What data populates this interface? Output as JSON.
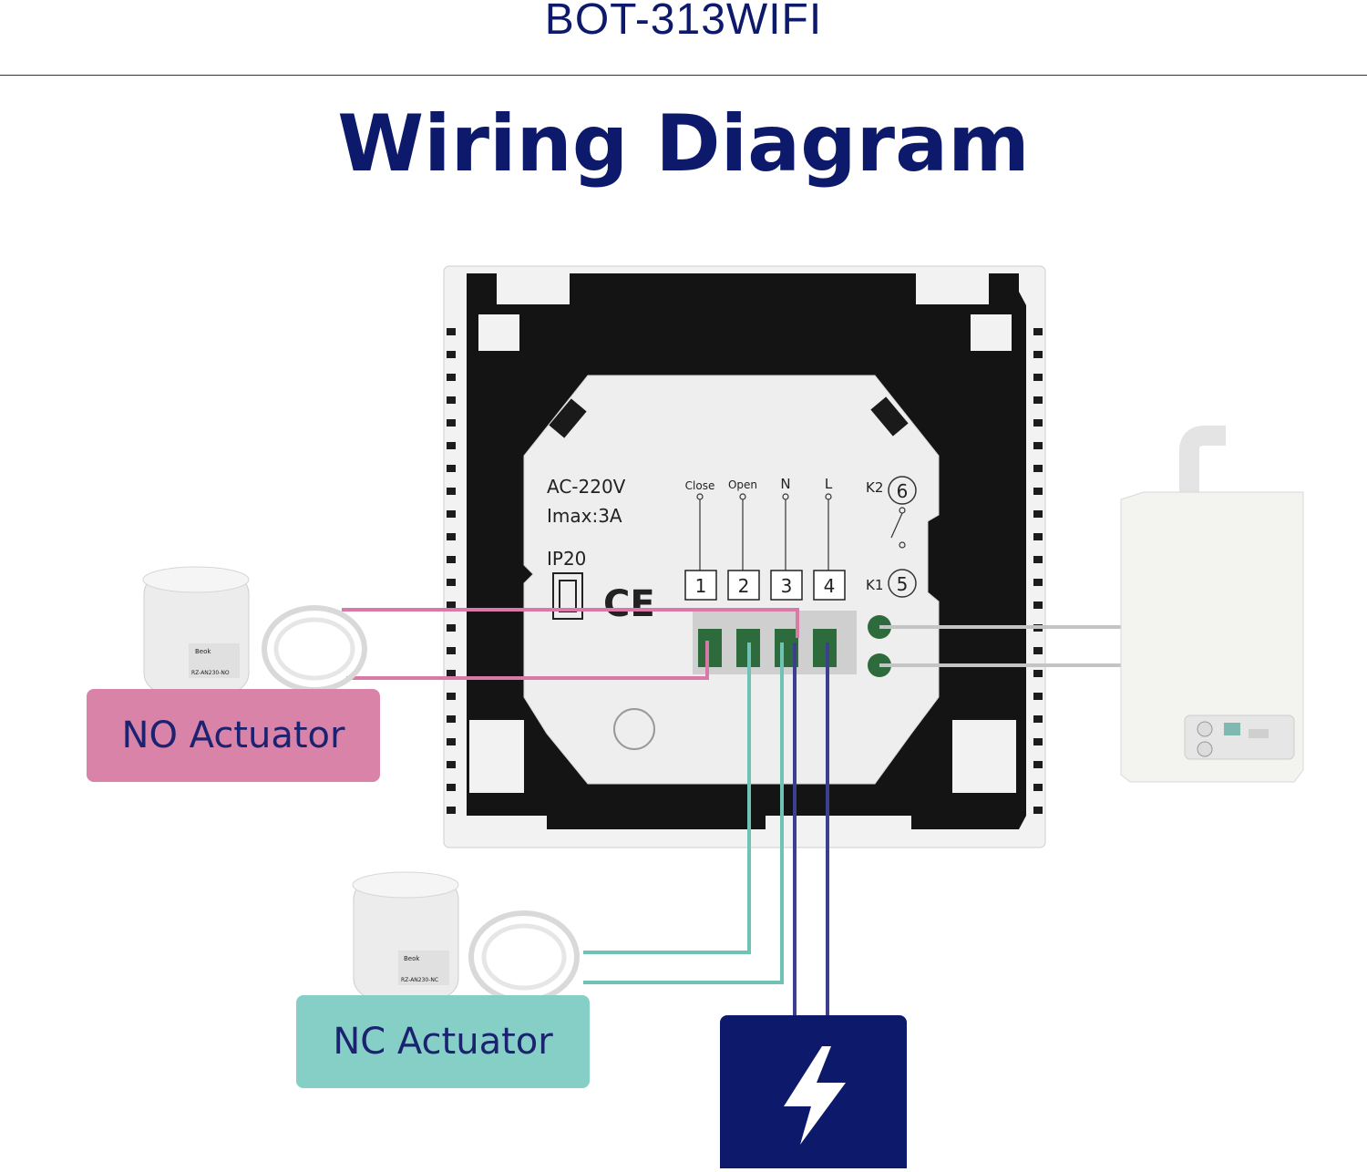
{
  "header": {
    "model": "BOT-313WIFI",
    "title": "Wiring Diagram"
  },
  "thermostat": {
    "spec_voltage": "AC-220V",
    "spec_current": "Imax:3A",
    "spec_ip": "IP20",
    "ce_mark": "CE",
    "terminal_labels": [
      "Close",
      "Open",
      "N",
      "L"
    ],
    "terminal_numbers": [
      "1",
      "2",
      "3",
      "4"
    ],
    "relay_labels": [
      "K2",
      "K1"
    ],
    "relay_numbers": [
      "6",
      "5"
    ]
  },
  "actuators": {
    "no_label": "NO Actuator",
    "nc_label": "NC Actuator",
    "no_tag_brand": "Beok",
    "no_tag_model": "RZ-AN230-NO",
    "nc_tag_brand": "Beok",
    "nc_tag_model": "RZ-AN230-NC"
  },
  "power": {
    "icon": "lightning-bolt-icon"
  },
  "boiler": {
    "icon": "boiler-icon"
  },
  "colors": {
    "title_navy": "#0d1a6b",
    "no_pink": "#d983a8",
    "nc_teal": "#86cfc6",
    "wire_navy": "#3a3f8f",
    "wire_pink": "#d97aa6",
    "wire_teal": "#6fc3b4",
    "wire_gray": "#bfbfbf"
  }
}
